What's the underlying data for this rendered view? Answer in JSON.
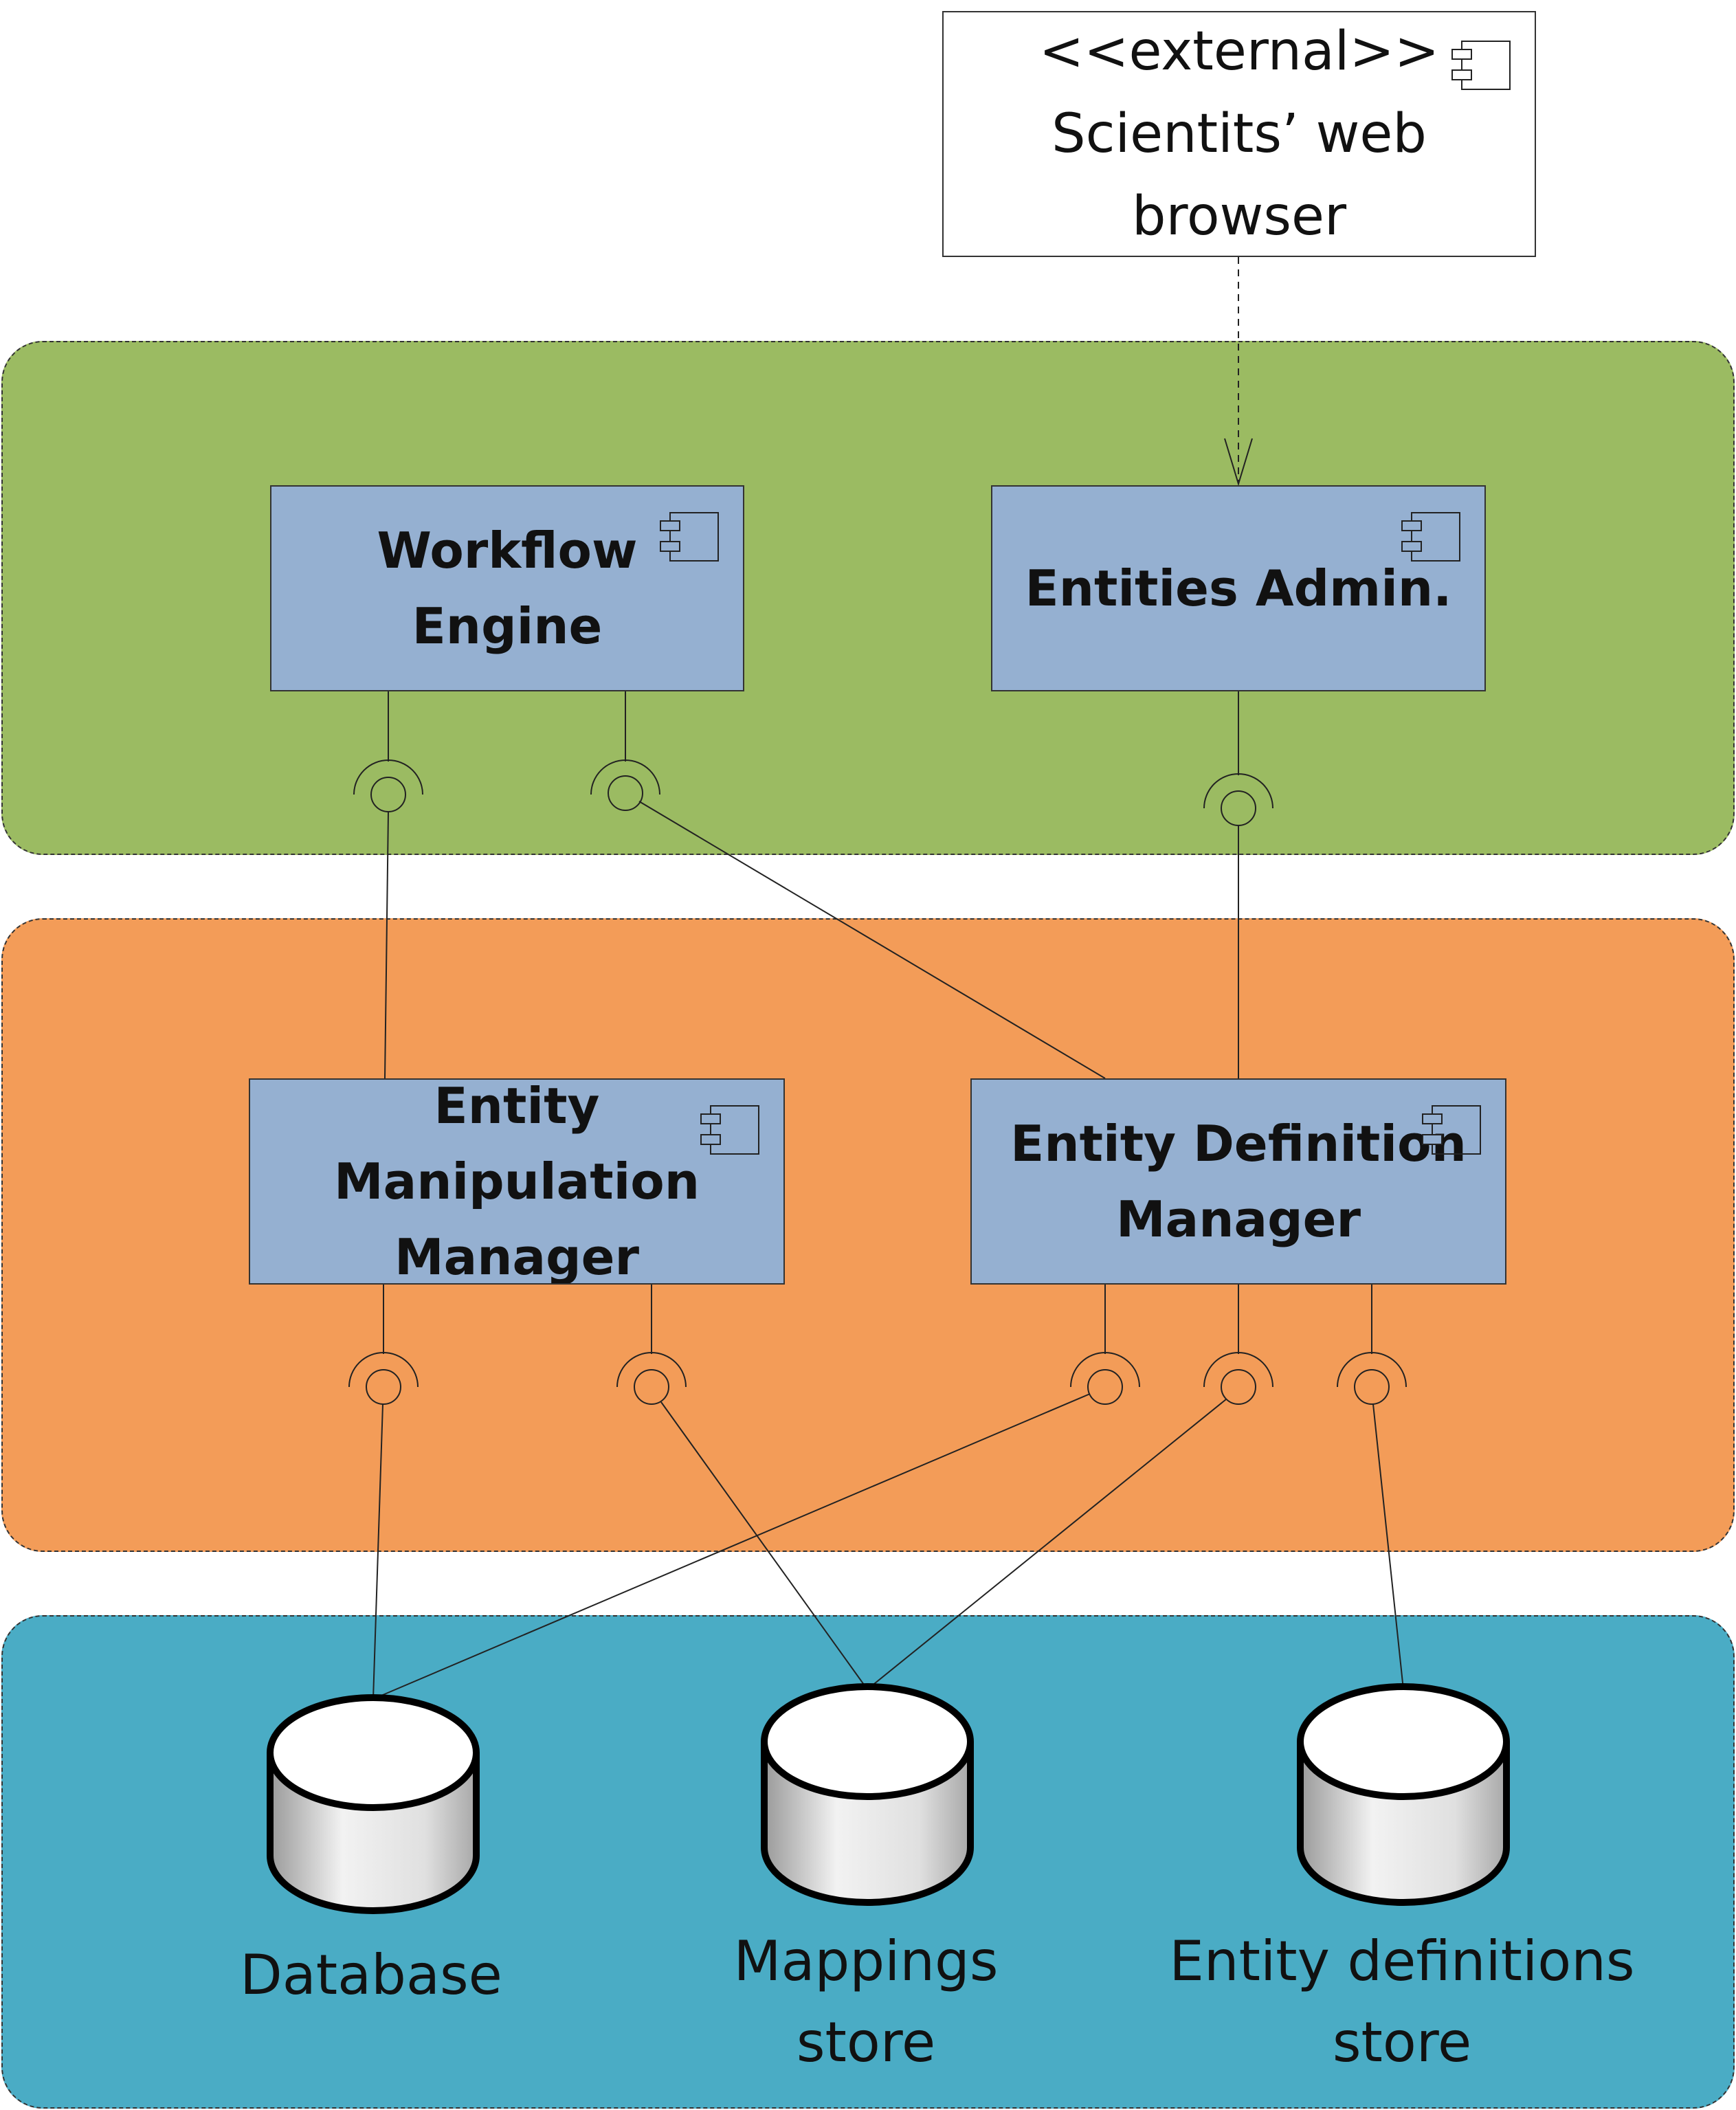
{
  "external_component": {
    "stereotype": "<<external>>",
    "name": "Scientits’ web\nbrowser"
  },
  "components": {
    "workflow_engine": "Workflow\nEngine",
    "entities_admin": "Entities Admin.",
    "entity_manipulation_manager": "Entity\nManipulation\nManager",
    "entity_definition_manager": "Entity Definition\nManager"
  },
  "data_stores": [
    "Database",
    "Mappings\nstore",
    "Entity definitions\nstore"
  ],
  "colors": {
    "presentation_layer": "#9bbb62",
    "logic_layer": "#f39c58",
    "storage_layer": "#4aacc5",
    "component_fill": "#95b0d1",
    "database_fill": "#dcdcdc"
  },
  "icons": [
    "component-icon",
    "database-cylinder-icon",
    "required-interface-socket-icon",
    "provided-interface-ball-icon"
  ]
}
